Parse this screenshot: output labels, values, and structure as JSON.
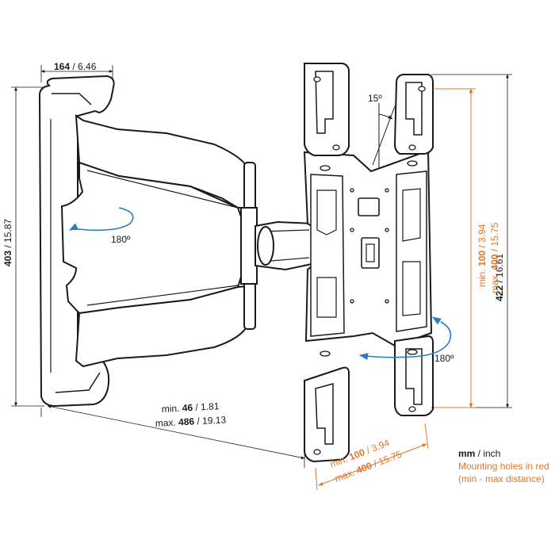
{
  "dimensions": {
    "wall_depth": {
      "bold": "164",
      "rest": " / 6.46"
    },
    "wall_height": {
      "bold": "403",
      "rest": " / 15.87"
    },
    "plate_height": {
      "bold": "422",
      "rest": " / 16.61"
    },
    "extension_min": {
      "prefix": "min. ",
      "bold": "46",
      "rest": " / 1.81"
    },
    "extension_max": {
      "prefix": "max. ",
      "bold": "486",
      "rest": " / 19.13"
    },
    "vertical_holes_min": {
      "prefix": "min. ",
      "bold": "100",
      "rest": " / 3.94"
    },
    "vertical_holes_max": {
      "prefix": "max. ",
      "bold": "400",
      "rest": " / 15.75"
    },
    "horizontal_holes_min": {
      "prefix": "min. ",
      "bold": "100",
      "rest": " / 3.94"
    },
    "horizontal_holes_max": {
      "prefix": "max. ",
      "bold": "400",
      "rest": " / 15.75"
    }
  },
  "angles": {
    "tilt": "15º",
    "swivel": "180º",
    "rotation": "180º"
  },
  "legend": {
    "units_bold": "mm",
    "units_rest": " / inch",
    "line2": "Mounting holes in red",
    "line3": "(min - max distance)"
  },
  "colors": {
    "orange": "#e0762a",
    "blue": "#2a7bbf",
    "line": "#1a1a1a"
  }
}
